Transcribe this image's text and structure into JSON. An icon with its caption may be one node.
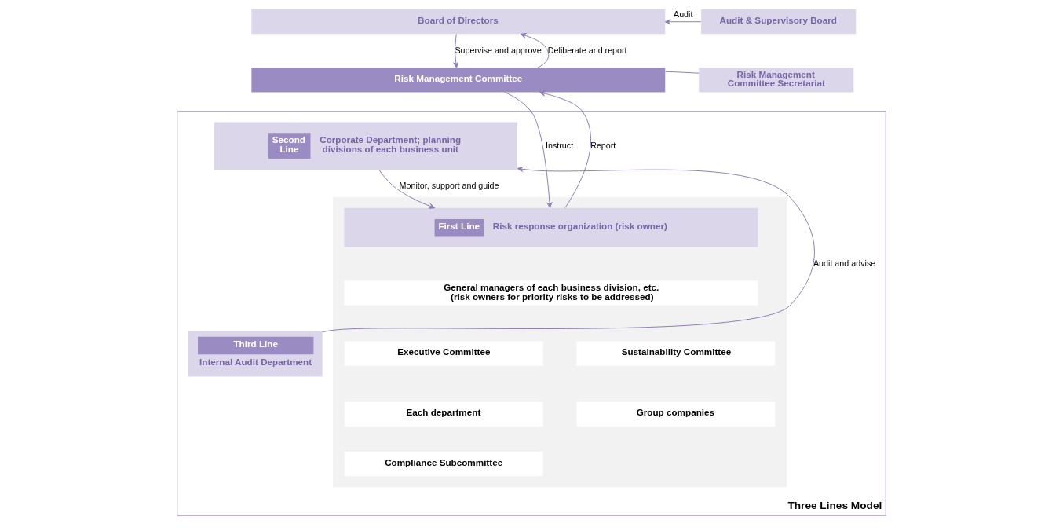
{
  "diagram": {
    "nodes": [
      {
        "text": [
          "Board of Directors"
        ]
      },
      {
        "text": [
          "Audit & Supervisory Board"
        ]
      },
      {
        "text": [
          "Risk Management Committee"
        ]
      },
      {
        "text": [
          "Risk Management Committee Secretariat"
        ]
      },
      {
        "text": [
          "Three Lines Model"
        ]
      },
      {
        "text": [
          "Second Line",
          "Corporate Department; planning divisions of each business unit"
        ],
        "in": 4
      },
      {
        "text": [],
        "shape": "box",
        "in": 4
      },
      {
        "text": [
          "First Line",
          "Risk response organization (risk owner)"
        ],
        "in": 6
      },
      {
        "text": [
          "General managers of each business division, etc. (risk owners for priority risks to be addressed)"
        ],
        "in": 6
      },
      {
        "text": [
          "Executive Committee"
        ],
        "in": 6
      },
      {
        "text": [
          "Sustainability Committee"
        ],
        "in": 6
      },
      {
        "text": [
          "Each department"
        ],
        "in": 6
      },
      {
        "text": [
          "Group companies"
        ],
        "in": 6
      },
      {
        "text": [
          "Compliance Subcommittee"
        ],
        "in": 6
      },
      {
        "text": [
          "Third Line",
          "Internal Audit Department"
        ],
        "in": 4
      }
    ],
    "edges": [
      {
        "from": 2,
        "to": 0,
        "arrow": "to",
        "label": "Deliberate and report"
      },
      {
        "from": 0,
        "to": 2,
        "arrow": "to",
        "label": "Supervise and approve"
      },
      {
        "from": 1,
        "to": 0,
        "arrow": "to",
        "label": "Audit"
      },
      {
        "from": 3,
        "to": 2,
        "arrow": "none"
      },
      {
        "from": 7,
        "to": 2,
        "arrow": "to",
        "label": "Report"
      },
      {
        "from": 2,
        "to": 7,
        "arrow": "to",
        "label": "Instruct"
      },
      {
        "from": 5,
        "to": 7,
        "arrow": "to",
        "label": "Monitor, support and guide"
      },
      {
        "from": 14,
        "to": 5,
        "arrow": "to",
        "label": "Audit and advise"
      }
    ]
  }
}
